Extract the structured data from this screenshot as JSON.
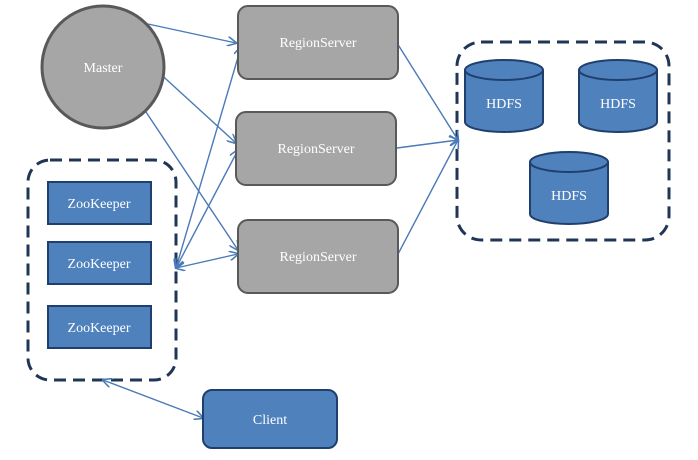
{
  "nodes": {
    "master": "Master",
    "region_servers": [
      "RegionServer",
      "RegionServer",
      "RegionServer"
    ],
    "zookeepers": [
      "ZooKeeper",
      "ZooKeeper",
      "ZooKeeper"
    ],
    "hdfs": [
      "HDFS",
      "HDFS",
      "HDFS"
    ],
    "client": "Client"
  },
  "colors": {
    "gray_fill": "#a6a6a6",
    "gray_stroke": "#595959",
    "blue_fill": "#4f81bd",
    "blue_stroke": "#1f3f6e",
    "arrow": "#4a7ab8",
    "dashed_border": "#1f3657"
  }
}
